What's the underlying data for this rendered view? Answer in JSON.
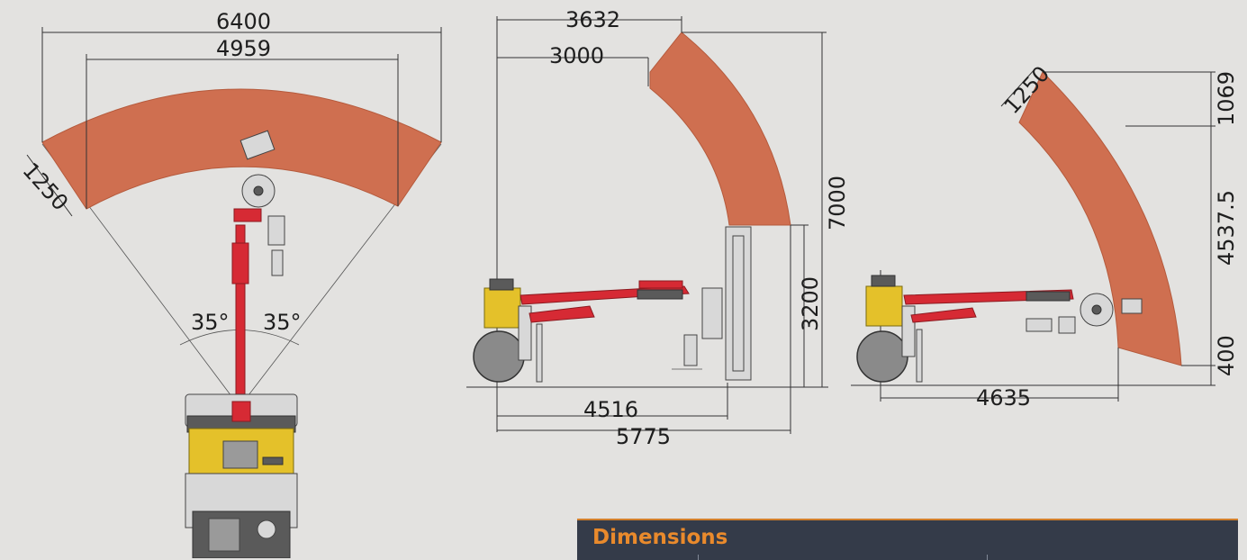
{
  "dimensions_panel": {
    "title": "Dimensions"
  },
  "colors": {
    "background": "#e3e2e0",
    "work_area": "#cf6f50",
    "boom": "#d62a34",
    "machine_body": "#e4c12a",
    "panel_bg": "#343b49",
    "panel_title": "#e98a2c"
  },
  "top_view": {
    "span_outer": "6400",
    "span_inner": "4959",
    "band_width": "1250",
    "angle_left": "35°",
    "angle_right": "35°"
  },
  "side_view_reach": {
    "reach_top": "3632",
    "reach_inner": "3000",
    "max_height": "7000",
    "pivot_height": "3200",
    "reach_short": "4516",
    "reach_long": "5775"
  },
  "side_view_low": {
    "band_width": "1250",
    "top_segment": "1069",
    "mid_segment": "4537.5",
    "bottom_segment": "400",
    "reach": "4635"
  }
}
